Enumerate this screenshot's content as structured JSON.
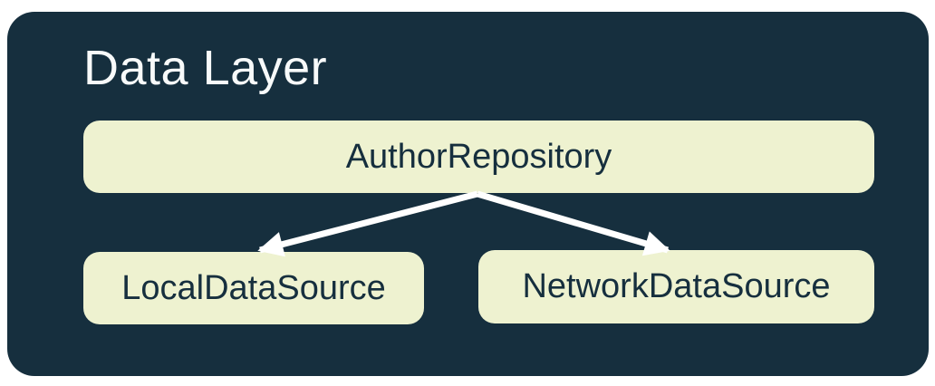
{
  "diagram": {
    "type": "architecture-diagram",
    "title": "Data Layer",
    "nodes": {
      "repository": {
        "label": "AuthorRepository"
      },
      "local": {
        "label": "LocalDataSource"
      },
      "network": {
        "label": "NetworkDataSource"
      }
    },
    "edges": [
      {
        "from": "AuthorRepository",
        "to": "LocalDataSource",
        "style": "arrow"
      },
      {
        "from": "AuthorRepository",
        "to": "NetworkDataSource",
        "style": "arrow"
      }
    ],
    "colors": {
      "panel": "#162F3E",
      "node_fill": "#EEF2D0",
      "node_text": "#162F3E",
      "title_text": "#F8FAFA",
      "arrow": "#FFFFFF",
      "page_background": "#FFFFFF"
    }
  }
}
